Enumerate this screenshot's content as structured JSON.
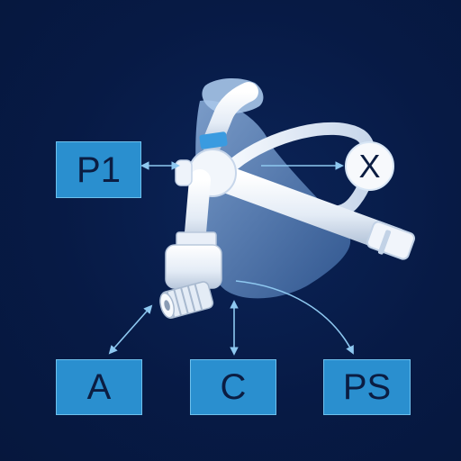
{
  "labels": {
    "p1": "P1",
    "x": "X",
    "a": "A",
    "c": "C",
    "ps": "PS"
  },
  "colors": {
    "background": "#071a45",
    "box_fill": "#2a8fcf",
    "box_border": "#6ec0ec",
    "label_text": "#0b1d42",
    "arrow": "#8ec8f0",
    "device_white": "#eef3fa",
    "mask_blue": "#5d89c2",
    "band_blue": "#3a9be0"
  },
  "icons": {
    "device": "breathing-mask-device-icon"
  }
}
